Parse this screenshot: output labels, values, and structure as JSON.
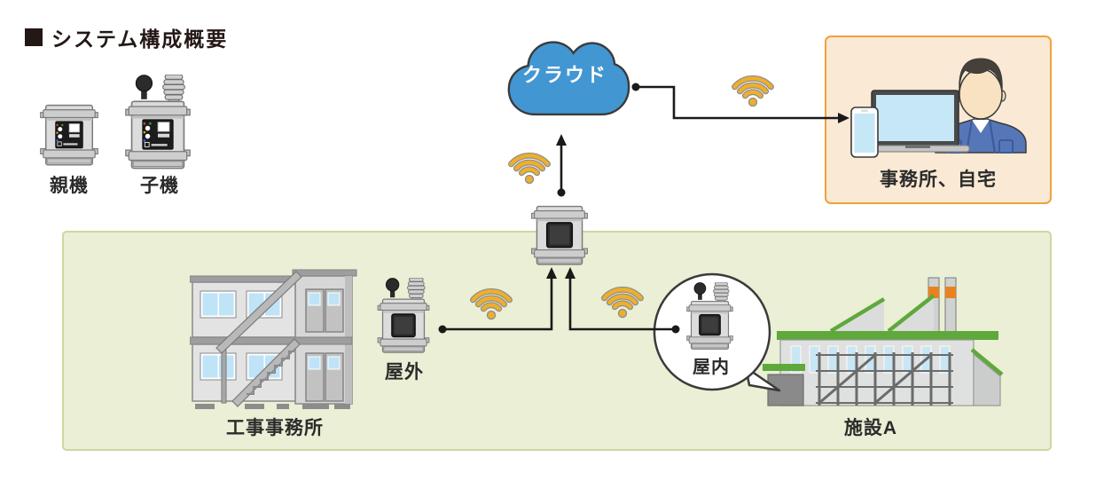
{
  "title": "システム構成概要",
  "legend": {
    "parent_device_label": "親機",
    "child_device_label": "子機"
  },
  "cloud": {
    "label": "クラウド"
  },
  "remote_access_box": {
    "label": "事務所、自宅"
  },
  "site_area": {
    "outdoor_device_label": "屋外",
    "indoor_device_label": "屋内",
    "construction_office_label": "工事事務所",
    "facility_a_label": "施設A"
  },
  "icons": {
    "wifi_icon": "three golden signal arcs above a dot",
    "cloud_icon": "blue cloud outline shape",
    "parent_device_icon": "wall-mount measurement control box",
    "child_device_icon": "control box with ball antenna and louvered sensor shield",
    "gateway_device_icon": "control box with dark display panel",
    "worker_icon": "worker with laptop and smartphone",
    "construction-office-icon": "two-story prefab office with outside stairs",
    "factory-icon": "factory with sawtooth roof and striped chimneys",
    "arrow_connector": "black elbow line with round start dot and arrowhead"
  },
  "colors": {
    "cloud_blue": "#4296d2",
    "wifi_gold": "#efaf2a",
    "site_area_fill": "#eaefd5",
    "site_area_border": "#c9da9f",
    "remote_box_fill": "#fae9d4",
    "remote_box_border": "#efa23c",
    "connector_black": "#1a1a1a",
    "factory_green": "#5fa83c",
    "chimney_orange": "#e8821e",
    "jacket_blue": "#5577b8",
    "window_blue": "#c6e7f6",
    "device_gray": "#dcdcdc"
  }
}
